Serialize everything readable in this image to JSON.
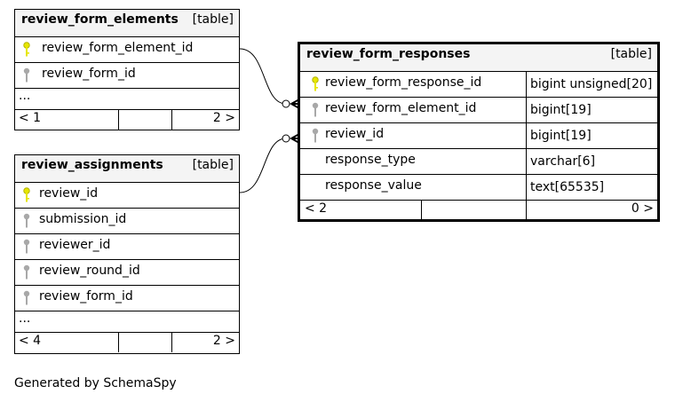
{
  "diagram": {
    "tables": {
      "review_form_elements": {
        "name": "review_form_elements",
        "kind": "[table]",
        "columns": [
          {
            "name": "review_form_element_id",
            "key": "primary"
          },
          {
            "name": "review_form_id",
            "key": "foreign"
          }
        ],
        "ellipsis": "...",
        "footer": {
          "parents": "< 1",
          "middle": "",
          "children": "2 >"
        }
      },
      "review_assignments": {
        "name": "review_assignments",
        "kind": "[table]",
        "columns": [
          {
            "name": "review_id",
            "key": "primary"
          },
          {
            "name": "submission_id",
            "key": "foreign"
          },
          {
            "name": "reviewer_id",
            "key": "foreign"
          },
          {
            "name": "review_round_id",
            "key": "foreign"
          },
          {
            "name": "review_form_id",
            "key": "foreign"
          }
        ],
        "ellipsis": "...",
        "footer": {
          "parents": "< 4",
          "middle": "",
          "children": "2 >"
        }
      },
      "review_form_responses": {
        "name": "review_form_responses",
        "kind": "[table]",
        "columns": [
          {
            "name": "review_form_response_id",
            "type": "bigint unsigned[20]",
            "key": "primary"
          },
          {
            "name": "review_form_element_id",
            "type": "bigint[19]",
            "key": "foreign"
          },
          {
            "name": "review_id",
            "type": "bigint[19]",
            "key": "foreign"
          },
          {
            "name": "response_type",
            "type": "varchar[6]",
            "key": "none"
          },
          {
            "name": "response_value",
            "type": "text[65535]",
            "key": "none"
          }
        ],
        "footer": {
          "parents": "< 2",
          "middle": "",
          "children": "0 >"
        }
      }
    },
    "relationships": [
      {
        "from": "review_form_elements.review_form_element_id",
        "to": "review_form_responses.review_form_element_id"
      },
      {
        "from": "review_assignments.review_id",
        "to": "review_form_responses.review_id"
      }
    ],
    "colors": {
      "primary_key": "#e6e600",
      "foreign_key": "#a8a8a8",
      "header_bg": "#f4f4f4"
    },
    "caption": "Generated by SchemaSpy"
  }
}
